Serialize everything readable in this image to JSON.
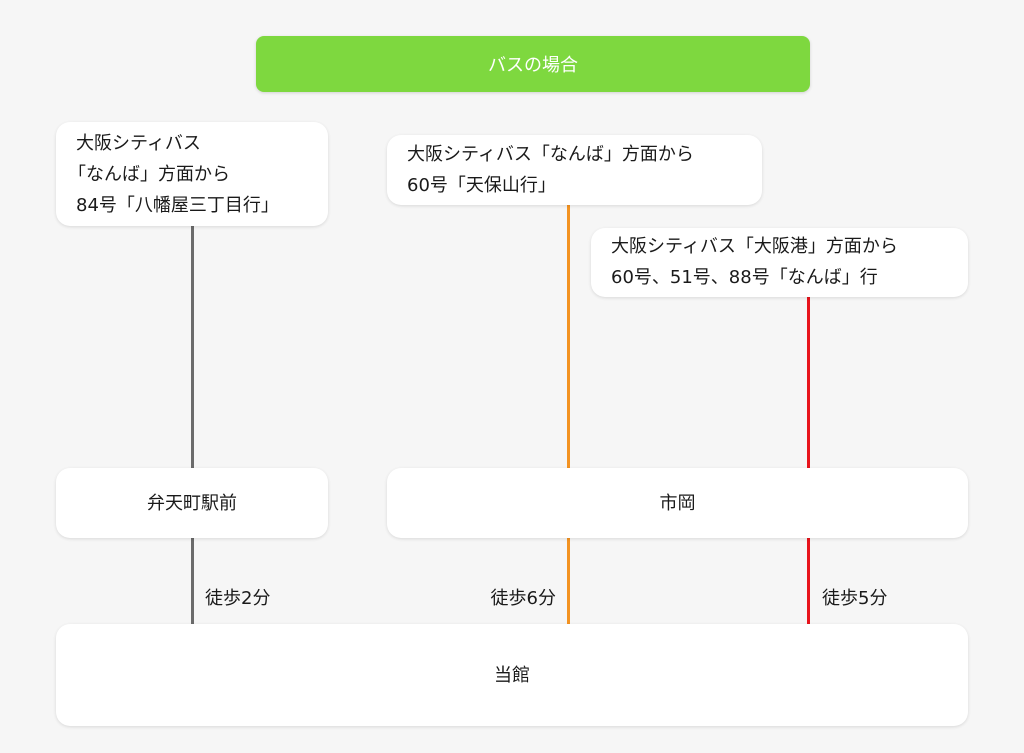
{
  "header": {
    "title": "バスの場合",
    "color": "#7ed83f"
  },
  "routes": [
    {
      "lines": [
        "大阪シティバス",
        "「なんば」方面から",
        "84号「八幡屋三丁目行」"
      ],
      "color": "#6b6b6b"
    },
    {
      "lines": [
        "大阪シティバス「なんば」方面から",
        "60号「天保山行」"
      ],
      "color": "#f39322"
    },
    {
      "lines": [
        "大阪シティバス「大阪港」方面から",
        "60号、51号、88号「なんば」行"
      ],
      "color": "#e8141c"
    }
  ],
  "stops": [
    "弁天町駅前",
    "市岡"
  ],
  "walks": [
    "徒歩2分",
    "徒歩6分",
    "徒歩5分"
  ],
  "destination": "当館"
}
